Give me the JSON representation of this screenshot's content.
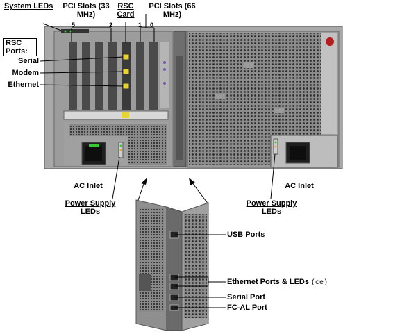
{
  "labels": {
    "system_leds": "System LEDs",
    "pci_slots_33": "PCI Slots (33 MHz)",
    "rsc_card": "RSC Card",
    "pci_slots_66": "PCI Slots (66 MHz)",
    "rsc_ports": "RSC Ports:",
    "serial": "Serial",
    "modem": "Modem",
    "ethernet": "Ethernet",
    "ac_inlet_left": "AC Inlet",
    "ac_inlet_right": "AC Inlet",
    "power_supply_leds_left": "Power Supply LEDs",
    "power_supply_leds_right": "Power Supply LEDs",
    "usb_ports": "USB Ports",
    "ethernet_ports_leds": "Ethernet Ports & LEDs",
    "ce_note": "(ce)",
    "serial_port": "Serial Port",
    "fc_al_port": "FC-AL Port"
  },
  "slot_numbers": [
    "5",
    "2",
    "1",
    "0"
  ],
  "colors": {
    "chassis": "#a9a9a9",
    "chassis_dark": "#6e6e6e",
    "slot": "#4a4a4a",
    "led_green": "#3cc43c",
    "led_yellow": "#e8d23a"
  }
}
